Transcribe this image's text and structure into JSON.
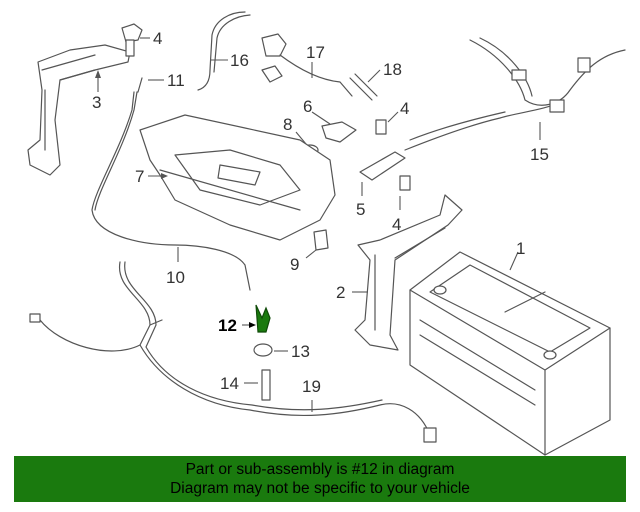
{
  "callouts": {
    "c1": "1",
    "c2": "2",
    "c3": "3",
    "c4a": "4",
    "c4b": "4",
    "c4c": "4",
    "c5": "5",
    "c6": "6",
    "c7": "7",
    "c8": "8",
    "c9": "9",
    "c10": "10",
    "c11": "11",
    "c12": "12",
    "c13": "13",
    "c14": "14",
    "c15": "15",
    "c16": "16",
    "c17": "17",
    "c18": "18",
    "c19": "19"
  },
  "highlight": {
    "part_number": "12",
    "color": "#1a7a0e"
  },
  "banner": {
    "line1": "Part or sub-assembly is #12 in diagram",
    "line2": "Diagram may not be specific to your vehicle",
    "background": "#1a7a0e"
  }
}
